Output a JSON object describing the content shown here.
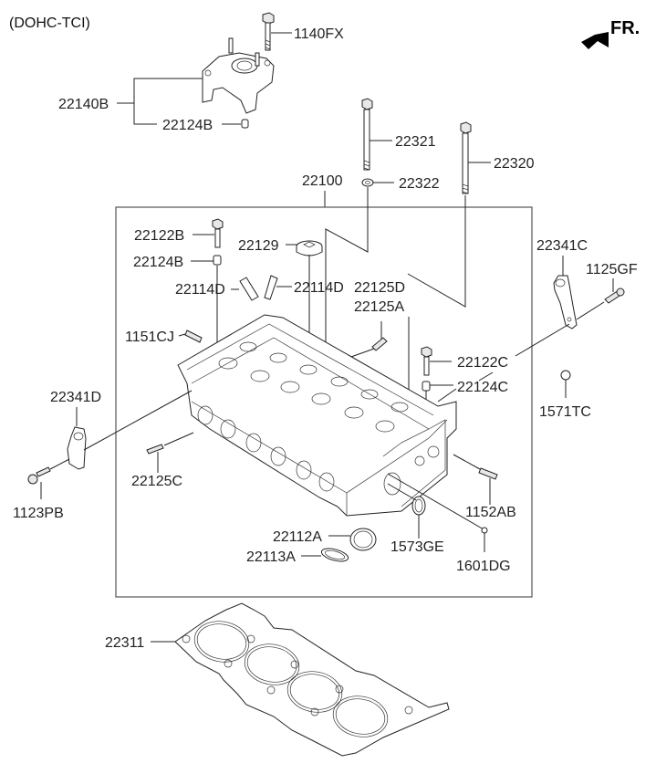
{
  "header": {
    "variant": "(DOHC-TCI)",
    "direction_label": "FR."
  },
  "assembly_label": "22100",
  "parts": {
    "p1140FX": "1140FX",
    "p22140B": "22140B",
    "p22124B_top": "22124B",
    "p22321": "22321",
    "p22320": "22320",
    "p22322": "22322",
    "p22122B": "22122B",
    "p22124B": "22124B",
    "p22129": "22129",
    "p22114D_left": "22114D",
    "p22114D_right": "22114D",
    "p22125D": "22125D",
    "p22125A": "22125A",
    "p1151CJ": "1151CJ",
    "p22341C": "22341C",
    "p1125GF": "1125GF",
    "p22122C": "22122C",
    "p22124C": "22124C",
    "p1571TC": "1571TC",
    "p22341D": "22341D",
    "p22125C": "22125C",
    "p1123PB": "1123PB",
    "p1152AB": "1152AB",
    "p22112A": "22112A",
    "p22113A": "22113A",
    "p1573GE": "1573GE",
    "p1601DG": "1601DG",
    "p22311": "22311"
  }
}
